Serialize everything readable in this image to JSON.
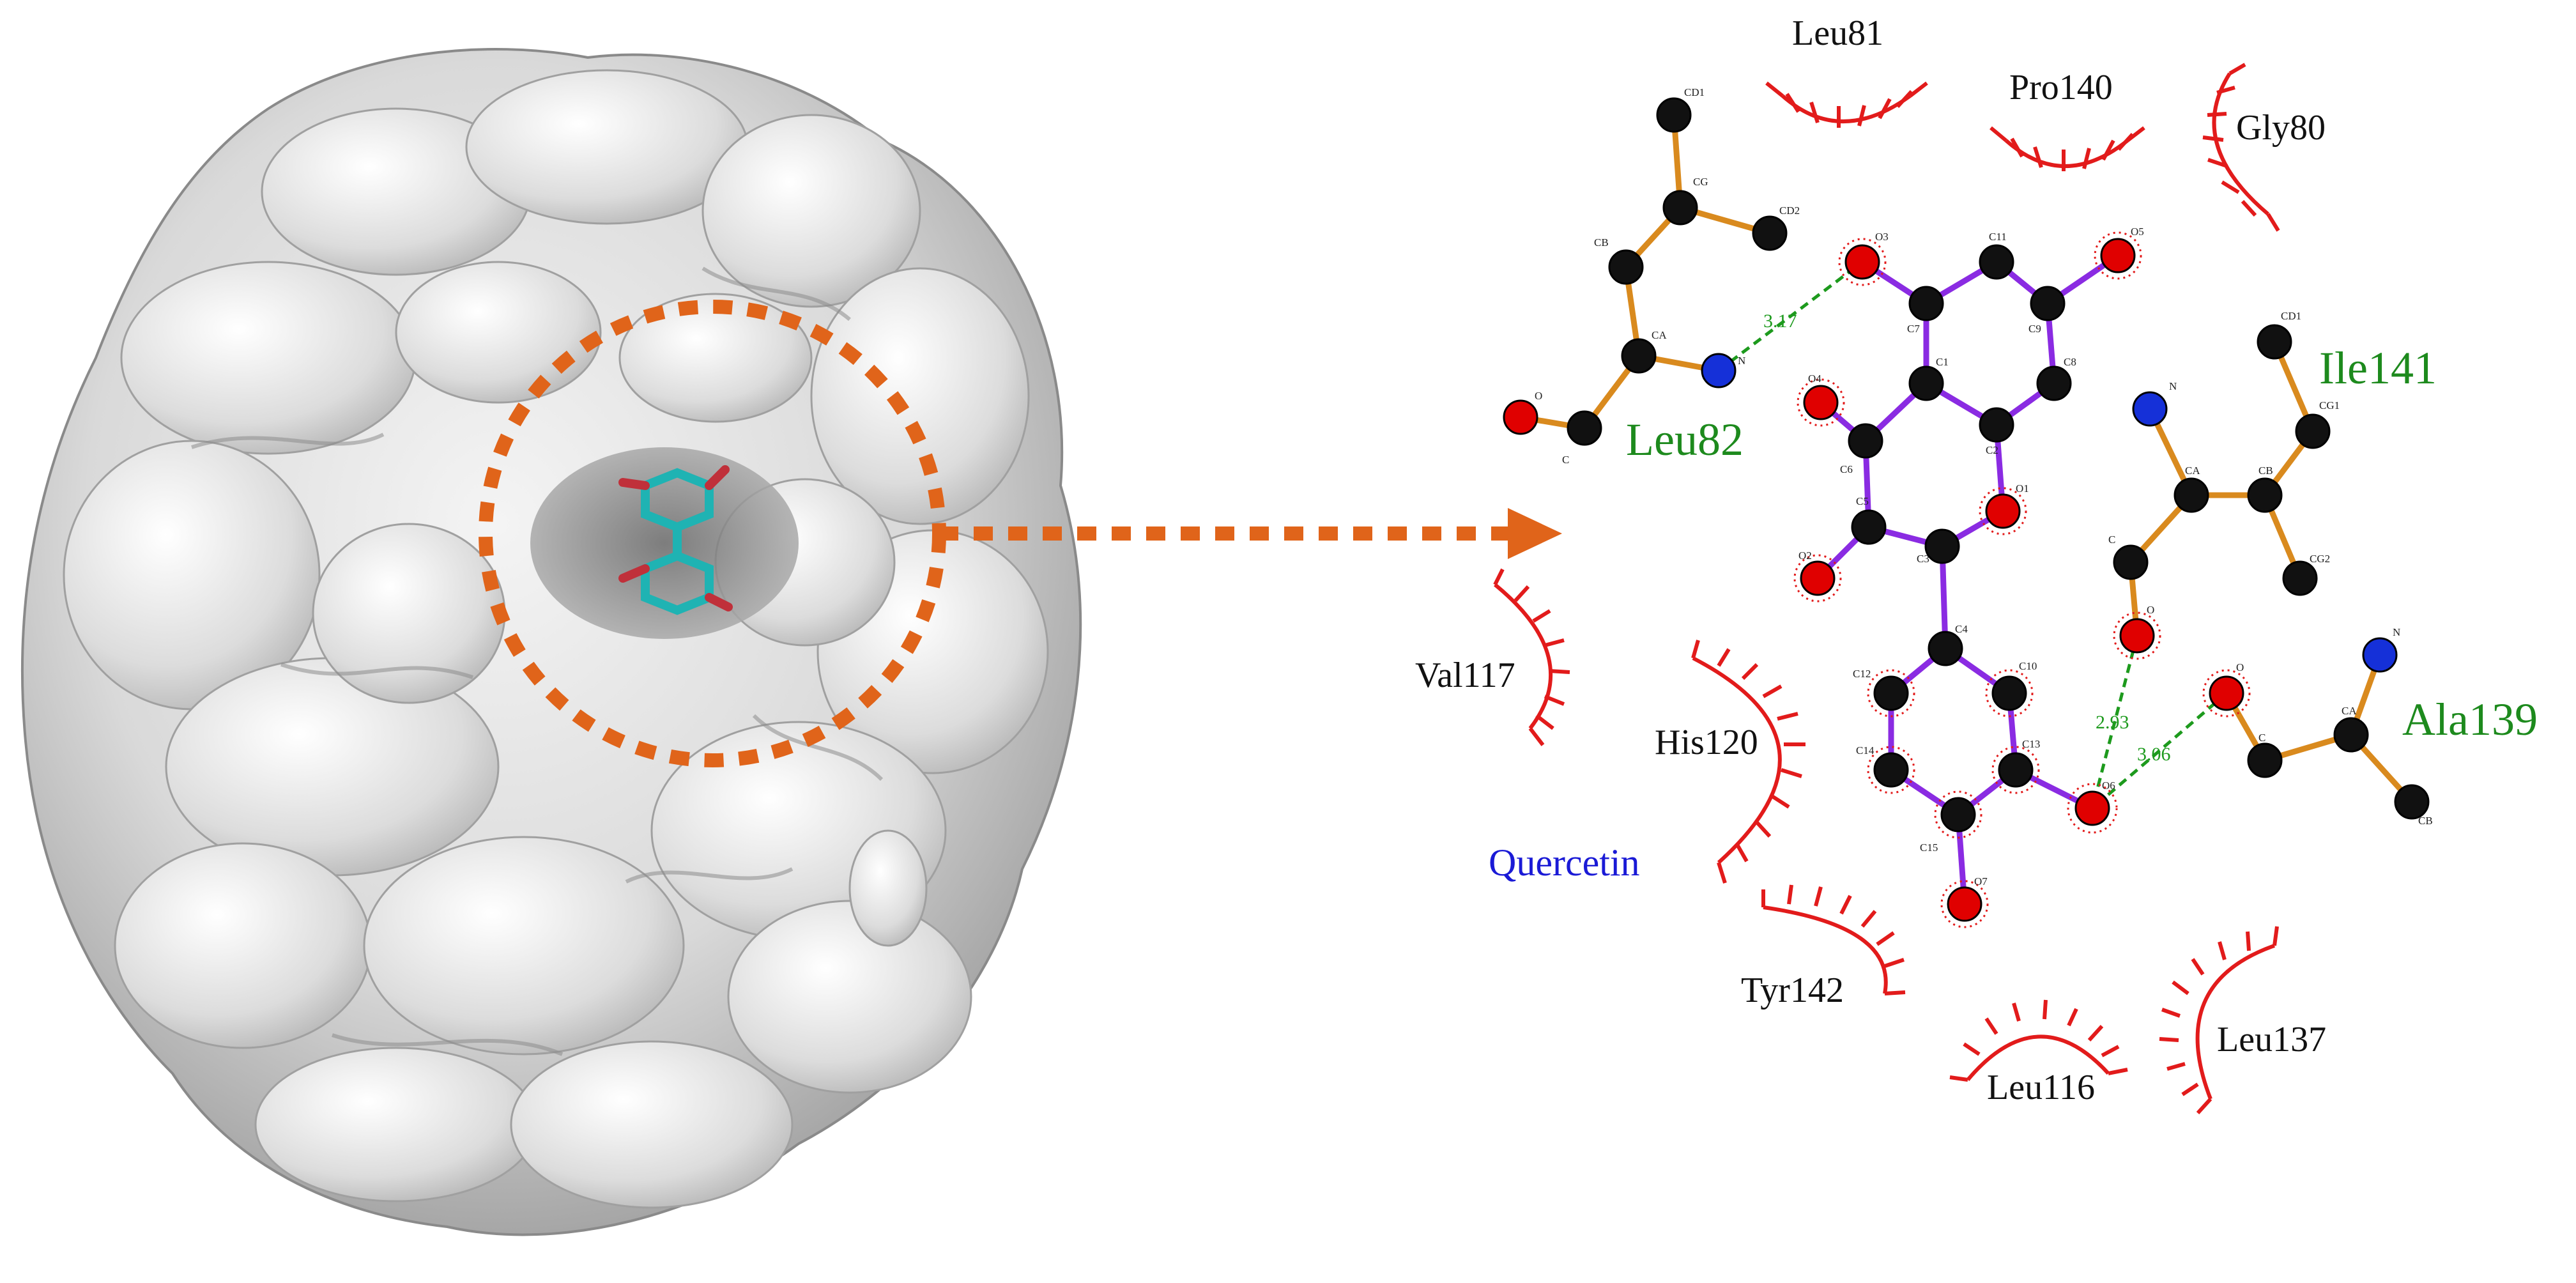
{
  "ligand": {
    "name": "Quercetin"
  },
  "colors": {
    "arrow": "#e0641a",
    "surface": "#d6d6d6",
    "ligand_bond": "#8a2be2",
    "residue_bond": "#d98a1e",
    "hbond": "#1d9a1d",
    "hydrophobic": "#e21b1b",
    "hbond_residue_label": "#1d8a1d",
    "ligand_label": "#1a1ad6",
    "carbon": "#111111",
    "oxygen": "#e00000",
    "nitrogen": "#1530d8"
  },
  "hbond_residues": [
    {
      "id": "leu82",
      "name": "Leu82",
      "atoms": [
        "CD1",
        "CG",
        "CD2",
        "CB",
        "CA",
        "N",
        "O",
        "C"
      ]
    },
    {
      "id": "ile141",
      "name": "Ile141",
      "atoms": [
        "CD1",
        "CG1",
        "N",
        "CA",
        "CB",
        "C",
        "O",
        "CG2"
      ]
    },
    {
      "id": "ala139",
      "name": "Ala139",
      "atoms": [
        "N",
        "O",
        "C",
        "CA",
        "CB"
      ]
    }
  ],
  "hydrophobic_residues": [
    {
      "id": "leu81",
      "name": "Leu81"
    },
    {
      "id": "pro140",
      "name": "Pro140"
    },
    {
      "id": "gly80",
      "name": "Gly80"
    },
    {
      "id": "val117",
      "name": "Val117"
    },
    {
      "id": "his120",
      "name": "His120"
    },
    {
      "id": "tyr142",
      "name": "Tyr142"
    },
    {
      "id": "leu116",
      "name": "Leu116"
    },
    {
      "id": "leu137",
      "name": "Leu137"
    }
  ],
  "hbonds": [
    {
      "from": "Leu82 N",
      "to": "O3",
      "distance": "3.17"
    },
    {
      "from": "Ile141 O",
      "to": "O6",
      "distance": "2.93"
    },
    {
      "from": "Ala139 O",
      "to": "O6",
      "distance": "3.06"
    }
  ],
  "ligand_atoms": [
    "O3",
    "C11",
    "O5",
    "C7",
    "C9",
    "C1",
    "C8",
    "O4",
    "C6",
    "C2",
    "C5",
    "O1",
    "O2",
    "C3",
    "C4",
    "C12",
    "C10",
    "C14",
    "C13",
    "O6",
    "C15",
    "O7"
  ]
}
